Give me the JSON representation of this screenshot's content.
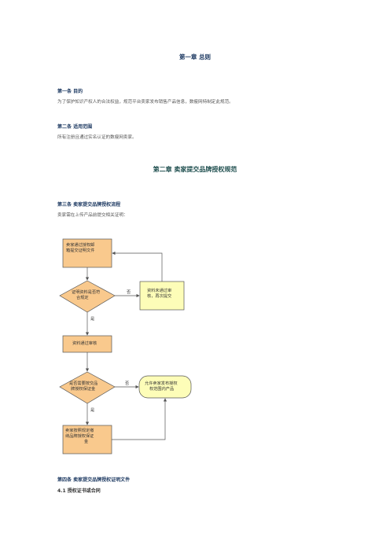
{
  "chapter1": {
    "title": "第一章 总则"
  },
  "article1": {
    "title": "第一条 目的",
    "text": "为了保护知识产权人的合法权益，规范平台卖家发布销售产品信息，数瘦网特制定此规范。"
  },
  "article2": {
    "title": "第二条 适用范围",
    "text": "所有注册且通过实名认证的数瘦网卖家。"
  },
  "chapter2": {
    "title": "第二章 卖家提交品牌授权规范"
  },
  "article3": {
    "title": "第三条 卖家提交品牌授权流程",
    "text": "卖家需在上传产品前提交相关证明："
  },
  "flowchart": {
    "box1": [
      "卖家通过授权邮",
      "箱提交证明文件"
    ],
    "diamond1": [
      "证明资料是否符",
      "合规定"
    ],
    "reject1": [
      "资料未通过审",
      "核，再次提交"
    ],
    "box2": "资料通过审核",
    "diamond2": [
      "是否需要按交品",
      "牌授权保证金"
    ],
    "notify": [
      "允许卖家发布授权",
      "权范围内产品"
    ],
    "box3": [
      "卖家按照规定缴",
      "纳品牌授权保证",
      "金"
    ],
    "no_label": "否",
    "yes_label": "是"
  },
  "article4": {
    "title": "第四条 卖家提交品牌授权证明文件"
  },
  "section41": {
    "title": "4.1 授权证书或合同"
  }
}
